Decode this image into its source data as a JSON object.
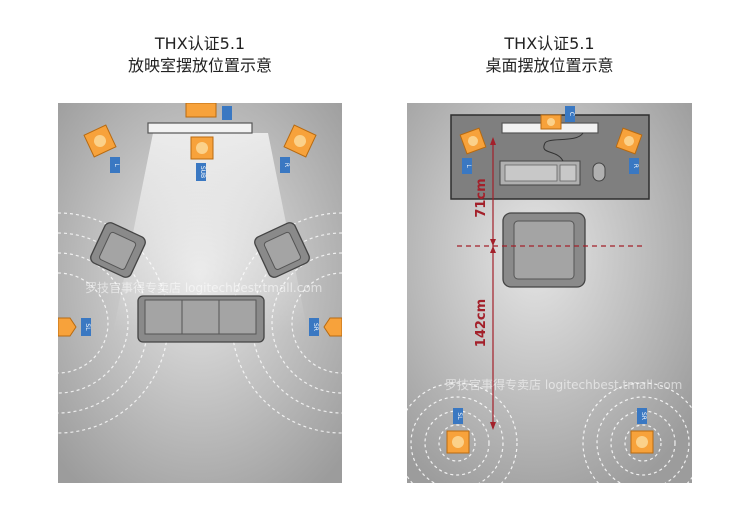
{
  "home_theater": {
    "title_line1": "THX认证5.1",
    "title_line2": "放映室摆放位置示意",
    "labels": {
      "center": "C",
      "sub": "SUB",
      "front_left": "L",
      "front_right": "R",
      "surround_left": "SL",
      "surround_right": "SR"
    }
  },
  "desktop": {
    "title_line1": "THX认证5.1",
    "title_line2": "桌面摆放位置示意",
    "labels": {
      "center": "C",
      "front_left": "L",
      "front_right": "R",
      "surround_left": "SL",
      "surround_right": "SR"
    },
    "distance_front": "71cm",
    "distance_rear": "142cm"
  },
  "watermark": "罗技官事得专卖店 logitechbest.tmall.com",
  "colors": {
    "speaker_orange": "#f7a23b",
    "label_blue": "#3a78c2",
    "measure_red": "#a3202a",
    "furniture": "#8a8a8a"
  }
}
